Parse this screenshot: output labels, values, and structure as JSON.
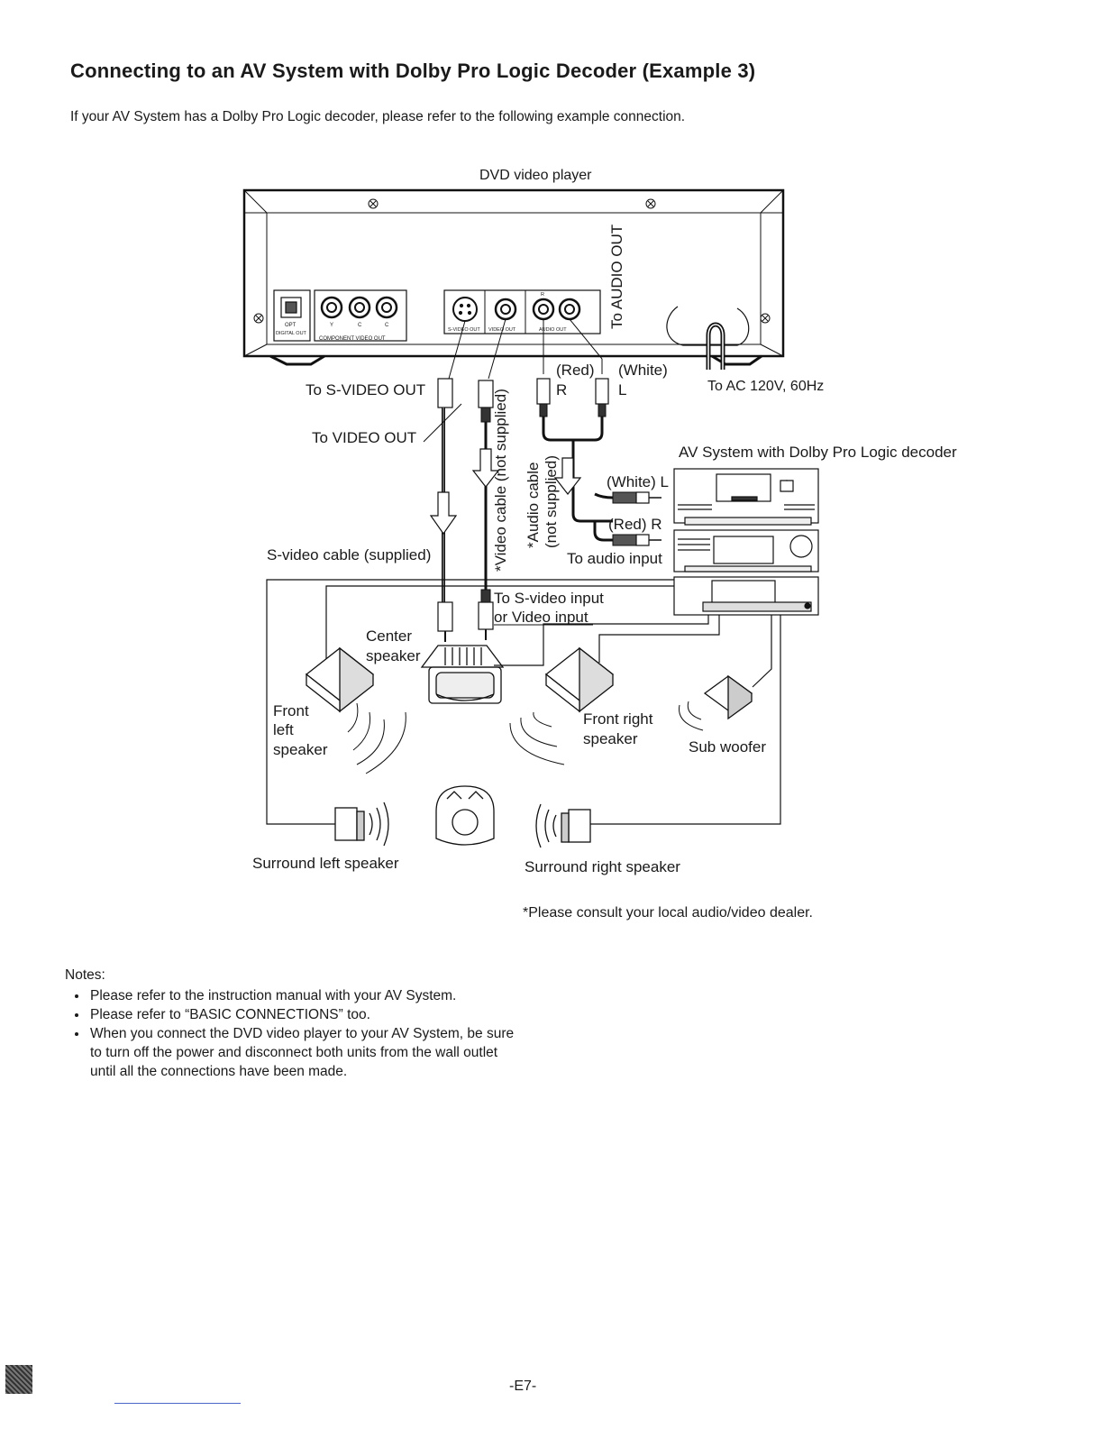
{
  "title": "Connecting to an AV System with Dolby Pro Logic Decoder (Example 3)",
  "intro": "If your AV System has a Dolby Pro Logic decoder, please refer to the following example connection.",
  "diagram": {
    "player_label": "DVD video player",
    "audio_out_label": "To AUDIO OUT",
    "panel_labels": {
      "optical": "OPT",
      "digital_out": "DIGITAL OUT",
      "component_out": "COMPONENT VIDEO OUT",
      "component_jacks": [
        "Y",
        "C",
        "C"
      ],
      "s_video_out": "S-VIDEO OUT",
      "video_out": "VIDEO OUT",
      "audio_out": "AUDIO OUT",
      "audio_r": "R"
    },
    "to_s_video_out": "To S-VIDEO OUT",
    "to_video_out": "To VIDEO OUT",
    "red_top": "(Red)",
    "white_top": "(White)",
    "r_top": "R",
    "l_top": "L",
    "to_ac": "To AC 120V, 60Hz",
    "video_cable": "*Video cable (not supplied)",
    "audio_cable_1": "*Audio cable",
    "audio_cable_2": "(not supplied)",
    "av_system": "AV System with Dolby Pro Logic decoder",
    "white_l": "(White) L",
    "red_r": "(Red) R",
    "to_audio_input": "To audio input",
    "s_video_cable": "S-video cable (supplied)",
    "to_s_video_input": "To S-video input",
    "or_video_input": "or Video input",
    "center_1": "Center",
    "center_2": "speaker",
    "front_left_1": "Front",
    "front_left_2": "left",
    "front_left_3": "speaker",
    "front_right_1": "Front right",
    "front_right_2": "speaker",
    "sub_woofer": "Sub woofer",
    "surround_left": "Surround left speaker",
    "surround_right": "Surround right speaker",
    "dealer_note": "*Please consult your local audio/video dealer."
  },
  "notes": {
    "heading": "Notes:",
    "items": [
      "Please refer to the instruction manual with your AV System.",
      "Please refer to “BASIC CONNECTIONS” too.",
      "When you connect the DVD video player to your AV System, be sure to turn off the power and disconnect both units from the wall outlet until all the connections have been made."
    ]
  },
  "page_number": "-E7-"
}
